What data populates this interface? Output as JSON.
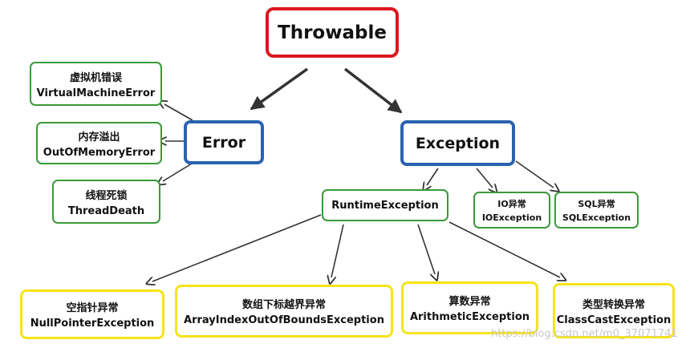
{
  "nodes": {
    "throwable": {
      "label": "Throwable"
    },
    "error": {
      "label": "Error"
    },
    "exception": {
      "label": "Exception"
    },
    "virtual_machine_error": {
      "cn": "虚拟机错误",
      "en": "VirtualMachineError"
    },
    "out_of_memory_error": {
      "cn": "内存溢出",
      "en": "OutOfMemoryError"
    },
    "thread_death": {
      "cn": "线程死锁",
      "en": "ThreadDeath"
    },
    "runtime_exception": {
      "label": "RuntimeException"
    },
    "io_exception": {
      "cn": "IO异常",
      "en": "IOException"
    },
    "sql_exception": {
      "cn": "SQL异常",
      "en": "SQLException"
    },
    "null_pointer_exception": {
      "cn": "空指针异常",
      "en": "NullPointerException"
    },
    "array_index_out_of_bounds_exception": {
      "cn": "数组下标越界异常",
      "en": "ArrayIndexOutOfBoundsException"
    },
    "arithmetic_exception": {
      "cn": "算数异常",
      "en": "ArithmeticException"
    },
    "class_cast_exception": {
      "cn": "类型转换异常",
      "en": "ClassCastException"
    }
  },
  "edges": [
    {
      "from": "throwable",
      "to": "error"
    },
    {
      "from": "throwable",
      "to": "exception"
    },
    {
      "from": "error",
      "to": "virtual_machine_error"
    },
    {
      "from": "error",
      "to": "out_of_memory_error"
    },
    {
      "from": "error",
      "to": "thread_death"
    },
    {
      "from": "exception",
      "to": "runtime_exception"
    },
    {
      "from": "exception",
      "to": "io_exception"
    },
    {
      "from": "exception",
      "to": "sql_exception"
    },
    {
      "from": "runtime_exception",
      "to": "null_pointer_exception"
    },
    {
      "from": "runtime_exception",
      "to": "array_index_out_of_bounds_exception"
    },
    {
      "from": "runtime_exception",
      "to": "arithmetic_exception"
    },
    {
      "from": "runtime_exception",
      "to": "class_cast_exception"
    }
  ],
  "colors": {
    "root_border": "#d9181f",
    "level1_border": "#2a62b0",
    "green_border": "#3a9a3a",
    "yellow_border": "#f5e419",
    "arrow": "#333333"
  },
  "watermark": "https://blog.csdn.net/m0_37071741"
}
